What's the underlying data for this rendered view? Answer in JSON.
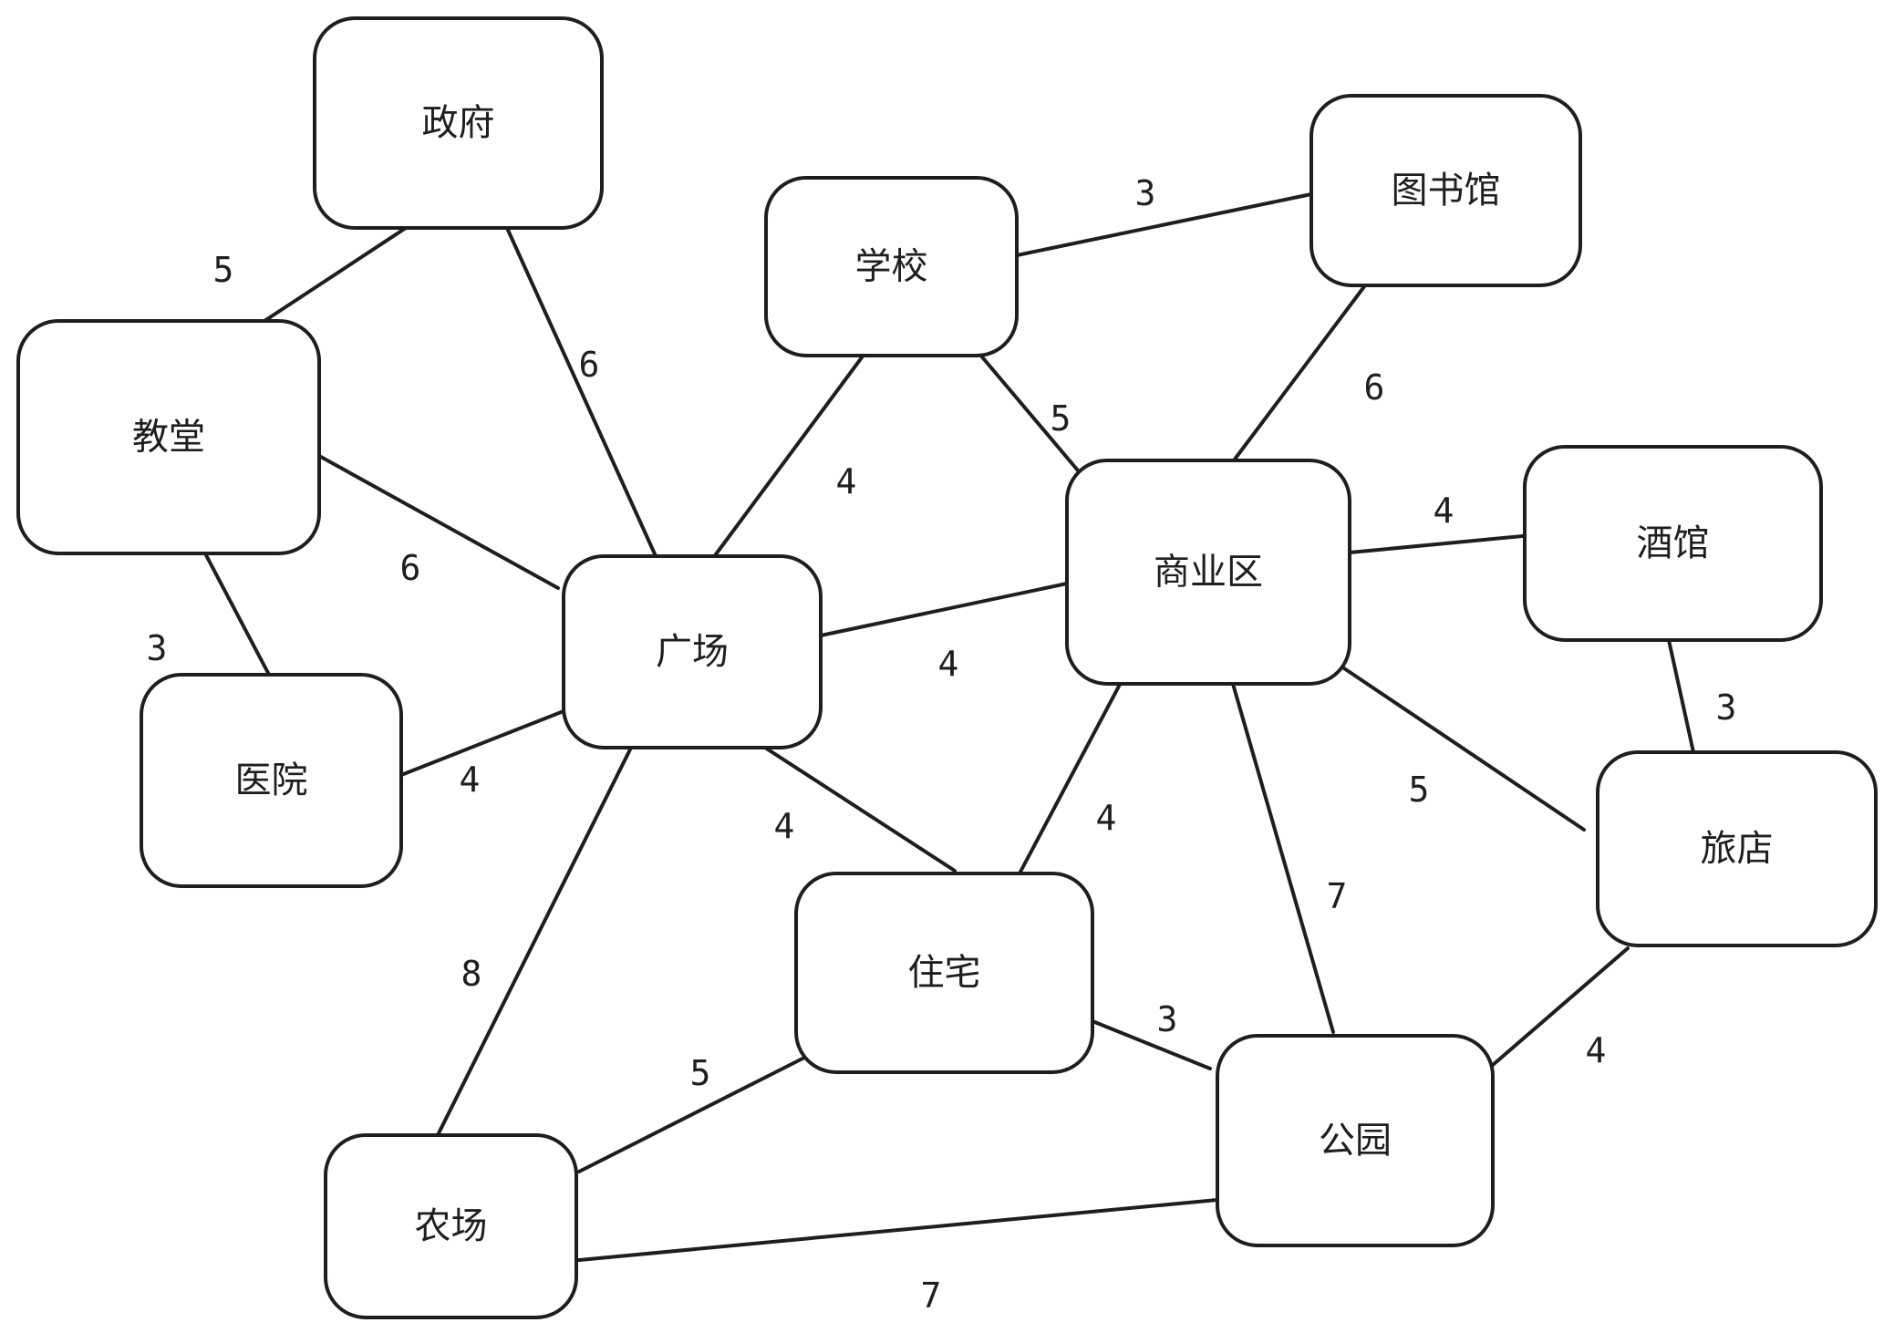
{
  "nodes": [
    {
      "id": "zhengfu",
      "label": "政府"
    },
    {
      "id": "jiaotang",
      "label": "教堂"
    },
    {
      "id": "yiyuan",
      "label": "医院"
    },
    {
      "id": "guangchang",
      "label": "广场"
    },
    {
      "id": "xuexiao",
      "label": "学校"
    },
    {
      "id": "tushuguan",
      "label": "图书馆"
    },
    {
      "id": "shangyequ",
      "label": "商业区"
    },
    {
      "id": "jiuguan",
      "label": "酒馆"
    },
    {
      "id": "lvdian",
      "label": "旅店"
    },
    {
      "id": "zhuzhai",
      "label": "住宅"
    },
    {
      "id": "gongyuan",
      "label": "公园"
    },
    {
      "id": "nongchang",
      "label": "农场"
    }
  ],
  "edges": [
    {
      "from": "zhengfu",
      "to": "jiaotang",
      "weight": "5"
    },
    {
      "from": "zhengfu",
      "to": "guangchang",
      "weight": "6"
    },
    {
      "from": "jiaotang",
      "to": "guangchang",
      "weight": "6"
    },
    {
      "from": "jiaotang",
      "to": "yiyuan",
      "weight": "3"
    },
    {
      "from": "yiyuan",
      "to": "guangchang",
      "weight": "4"
    },
    {
      "from": "xuexiao",
      "to": "tushuguan",
      "weight": "3"
    },
    {
      "from": "xuexiao",
      "to": "guangchang",
      "weight": "4"
    },
    {
      "from": "xuexiao",
      "to": "shangyequ",
      "weight": "5"
    },
    {
      "from": "tushuguan",
      "to": "shangyequ",
      "weight": "6"
    },
    {
      "from": "guangchang",
      "to": "shangyequ",
      "weight": "4"
    },
    {
      "from": "shangyequ",
      "to": "jiuguan",
      "weight": "4"
    },
    {
      "from": "jiuguan",
      "to": "lvdian",
      "weight": "3"
    },
    {
      "from": "shangyequ",
      "to": "lvdian",
      "weight": "5"
    },
    {
      "from": "guangchang",
      "to": "zhuzhai",
      "weight": "4"
    },
    {
      "from": "shangyequ",
      "to": "zhuzhai",
      "weight": "4"
    },
    {
      "from": "shangyequ",
      "to": "gongyuan",
      "weight": "7"
    },
    {
      "from": "guangchang",
      "to": "nongchang",
      "weight": "8"
    },
    {
      "from": "zhuzhai",
      "to": "nongchang",
      "weight": "5"
    },
    {
      "from": "zhuzhai",
      "to": "gongyuan",
      "weight": "3"
    },
    {
      "from": "lvdian",
      "to": "gongyuan",
      "weight": "4"
    },
    {
      "from": "nongchang",
      "to": "gongyuan",
      "weight": "7"
    }
  ]
}
